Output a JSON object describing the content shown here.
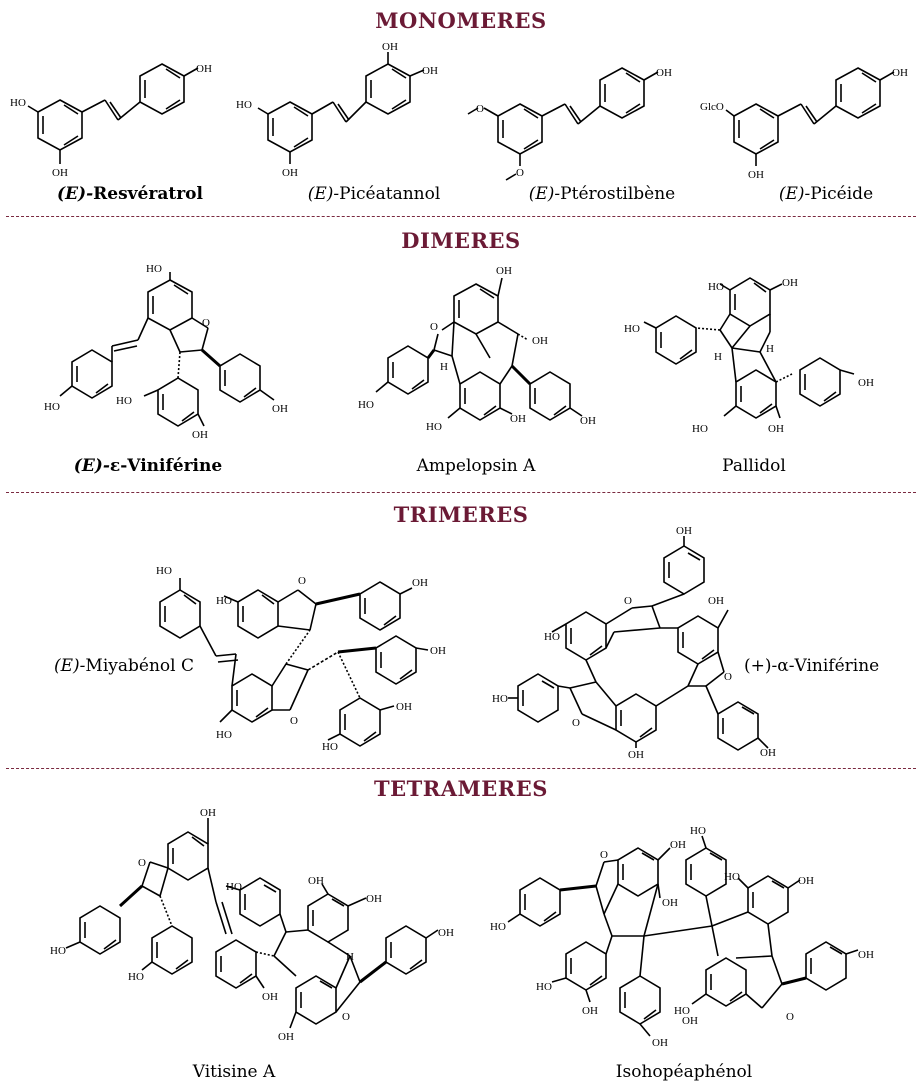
{
  "sections": {
    "monomeres": "MONOMERES",
    "dimeres": "DIMERES",
    "trimeres": "TRIMERES",
    "tetrameres": "TETRAMERES"
  },
  "monomers": {
    "resveratrol": {
      "prefix": "(E)-",
      "name": "Resvératrol"
    },
    "piceatannol": {
      "prefix": "(E)-",
      "name": "Picéatannol"
    },
    "pterostilbene": {
      "prefix": "(E)-",
      "name": "Ptérostilbène"
    },
    "piceide": {
      "prefix": "(E)-",
      "name": "Picéide"
    }
  },
  "dimers": {
    "viniferine": {
      "prefix": "(E)-",
      "name": "ε-Viniférine"
    },
    "ampelopsin": {
      "name": "Ampelopsin A"
    },
    "pallidol": {
      "name": "Pallidol"
    }
  },
  "trimers": {
    "miyabenol": {
      "prefix": "(E)-",
      "name": "Miyabénol C"
    },
    "alpha_viniferine": {
      "name": "(+)-α-Viniférine"
    }
  },
  "tetramers": {
    "vitisine": {
      "name": "Vitisine A"
    },
    "isohopeaphenol": {
      "name": "Isohopéaphénol"
    }
  },
  "atoms": {
    "oh": "OH",
    "ho": "HO",
    "o": "O",
    "h": "H",
    "glco": "GlcO"
  },
  "colors": {
    "title": "#6b1a35",
    "divider": "#7a2a40"
  }
}
